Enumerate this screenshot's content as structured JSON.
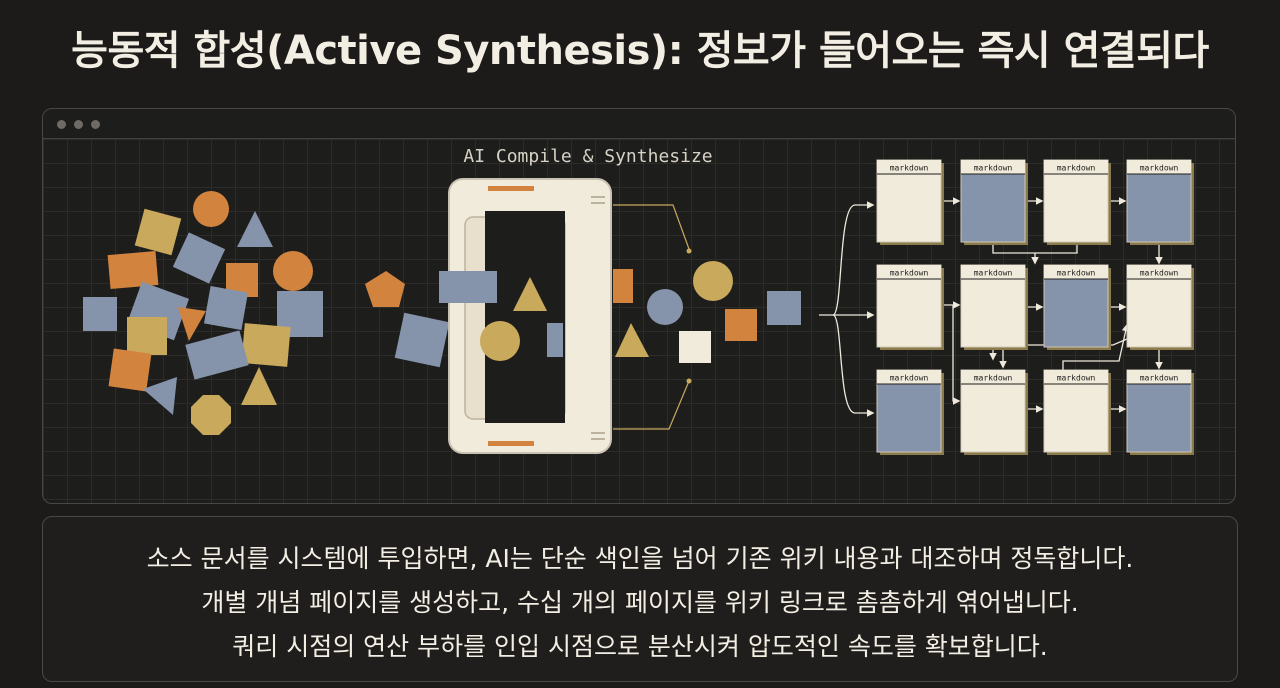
{
  "title": "능동적 합성(Active Synthesis): 정보가 들어오는 즉시 연결되다",
  "diagram": {
    "processor_label": "AI Compile & Synthesize",
    "doc_label": "markdown"
  },
  "caption": {
    "lines": [
      "소스 문서를 시스템에 투입하면, AI는 단순 색인을 넘어 기존 위키 내용과 대조하며 정독합니다.",
      "개별 개념 페이지를 생성하고, 수십 개의 페이지를 위키 링크로 촘촘하게 엮어냅니다.",
      "쿼리 시점의 연산 부하를 인입 시점으로 분산시켜 압도적인 속도를 확보합니다."
    ]
  },
  "colors": {
    "orange": "#d2843e",
    "gold": "#c9a95c",
    "slate": "#8694ab",
    "cream": "#f1ebdb",
    "background": "#1c1b1a"
  }
}
